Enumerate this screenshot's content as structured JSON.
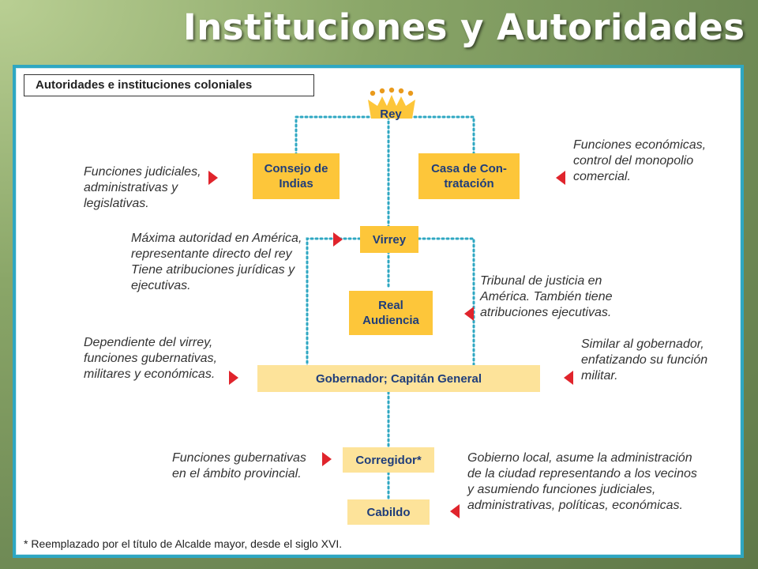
{
  "title": "Instituciones y Autoridades",
  "diagram_title": "Autoridades e instituciones coloniales",
  "nodes": {
    "rey": "Rey",
    "consejo": [
      "Consejo de",
      "Indias"
    ],
    "casa": [
      "Casa de Con-",
      "tratación"
    ],
    "virrey": "Virrey",
    "audiencia": [
      "Real",
      "Audiencia"
    ],
    "gobernador": "Gobernador; Capitán General",
    "corregidor": "Corregidor*",
    "cabildo": "Cabildo"
  },
  "notes": {
    "consejo": [
      "Funciones judiciales,",
      "administrativas y",
      "legislativas."
    ],
    "casa": [
      "Funciones económicas,",
      "control del monopolio",
      "comercial."
    ],
    "virrey": [
      "Máxima autoridad en América,",
      "representante directo del rey",
      "Tiene atribuciones jurídicas y",
      "ejecutivas."
    ],
    "audiencia": [
      "Tribunal de justicia en",
      "América. También tiene",
      "atribuciones ejecutivas."
    ],
    "gobernador_left": [
      "Dependiente del virrey,",
      "funciones gubernativas,",
      "militares y económicas."
    ],
    "gobernador_right": [
      "Similar al gobernador,",
      "enfatizando su función",
      "militar."
    ],
    "corregidor": [
      "Funciones gubernativas",
      "en el ámbito provincial."
    ],
    "cabildo": [
      "Gobierno local, asume la administración",
      "de la ciudad representando a los vecinos",
      "y asumiendo funciones judiciales,",
      "administrativas, políticas, económicas."
    ]
  },
  "footnote": "* Reemplazado por el título de Alcalde mayor, desde el siglo XVI.",
  "colors": {
    "node": "#fdc63a",
    "node_light": "#fde39a",
    "node_text": "#1f3d7a",
    "connector": "#2ea7c2",
    "arrow": "#e0242c",
    "frame": "#2ea7c2"
  },
  "icons": {
    "crown": "crown-icon",
    "arrow": "red-triangle-arrow"
  }
}
